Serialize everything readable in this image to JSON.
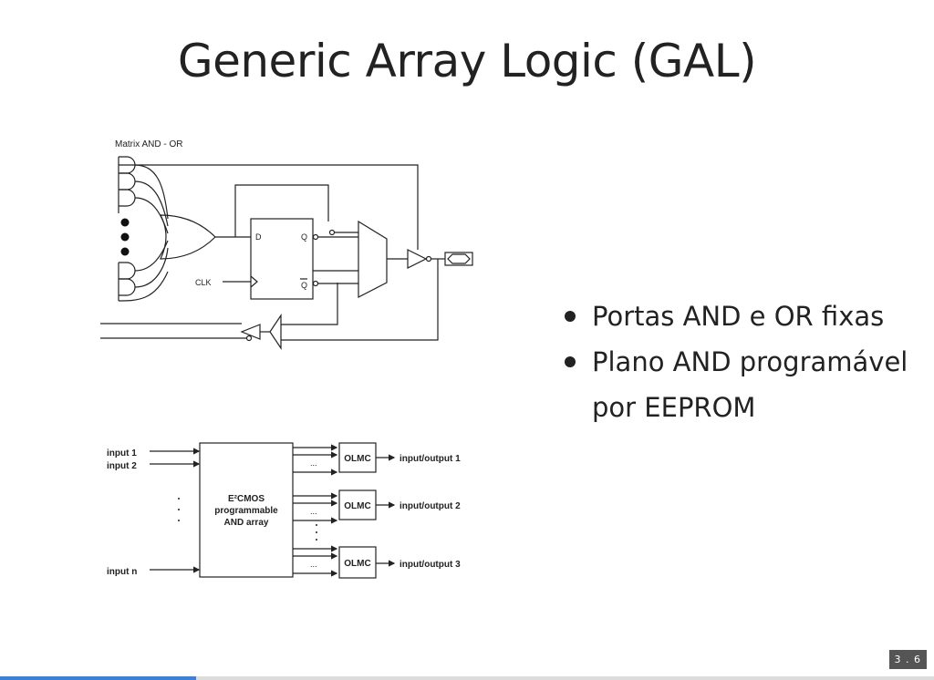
{
  "slide": {
    "title": "Generic Array Logic (GAL)",
    "bullets": [
      "Portas AND e OR fixas",
      "Plano AND programável por EEPROM"
    ],
    "slide_number": "3 . 6",
    "progress": 0.21
  },
  "figure_macrocell": {
    "caption": "Matrix AND - OR",
    "ff_d": "D",
    "ff_q": "Q",
    "ff_qbar": "Q",
    "clk": "CLK"
  },
  "figure_block": {
    "inputs": [
      "input 1",
      "input 2",
      "input n"
    ],
    "array_lines": [
      "E²CMOS",
      "programmable",
      "AND array"
    ],
    "olmc": [
      "OLMC",
      "OLMC",
      "OLMC"
    ],
    "outputs": [
      "input/output 1",
      "input/output 2",
      "input/output 3"
    ],
    "ellipsis": "..."
  },
  "colors": {
    "progress": "#3b82d6",
    "text": "#222222"
  }
}
